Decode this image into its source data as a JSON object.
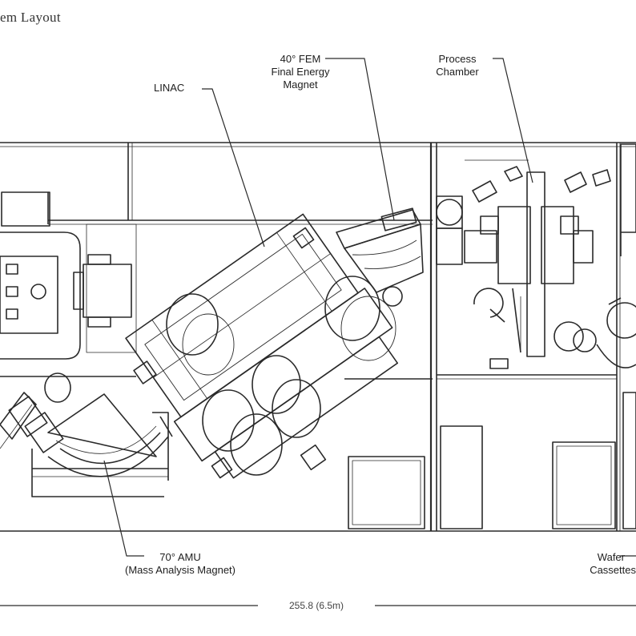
{
  "title": "em Layout",
  "labels": {
    "fem_line1": "40° FEM",
    "fem_line2": "Final Energy",
    "fem_line3": "Magnet",
    "process_line1": "Process",
    "process_line2": "Chamber",
    "linac": "LINAC",
    "amu_line1": "70° AMU",
    "amu_line2": "(Mass Analysis Magnet)",
    "wafer_line1": "Wafer",
    "wafer_line2": "Cassettes",
    "dimension": "255.8 (6.5m)"
  },
  "colors": {
    "line": "#2a2a2a",
    "text": "#1e1e1e"
  }
}
